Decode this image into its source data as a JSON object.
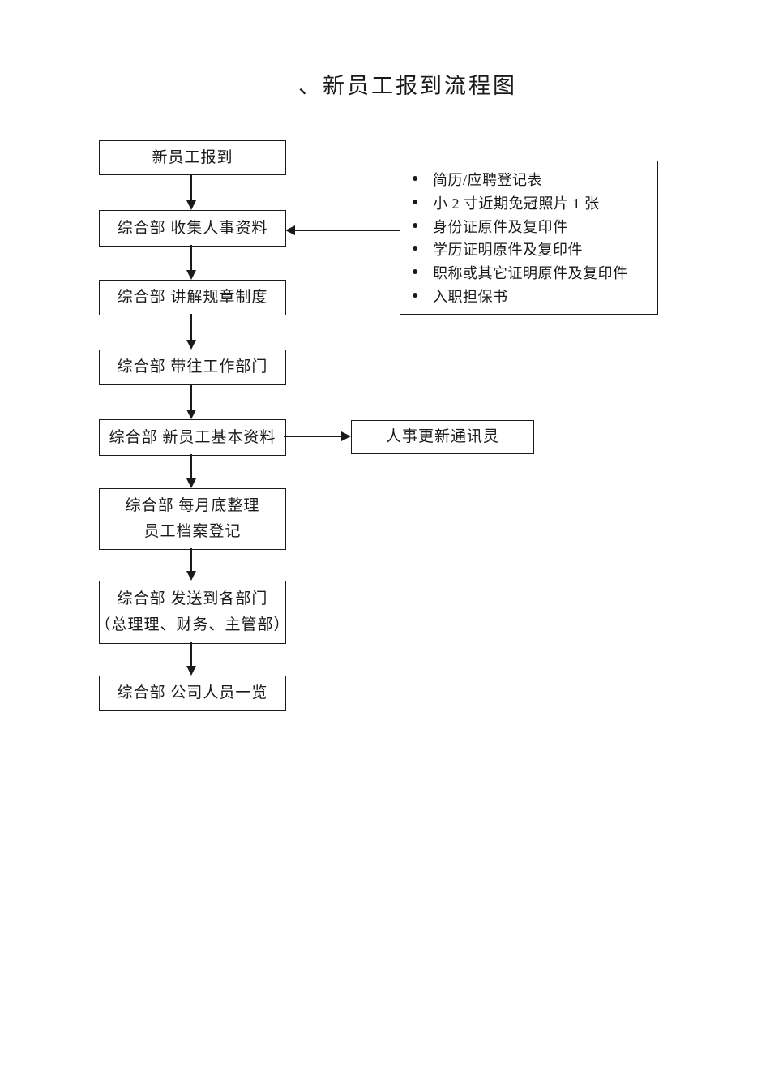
{
  "page": {
    "title": "、新员工报到流程图"
  },
  "colors": {
    "ink": "#1a1a1a",
    "background": "#ffffff"
  },
  "flow": {
    "steps": [
      {
        "lines": [
          "新员工报到"
        ]
      },
      {
        "lines": [
          "综合部 收集人事资料"
        ]
      },
      {
        "lines": [
          "综合部 讲解规章制度"
        ]
      },
      {
        "lines": [
          "综合部 带往工作部门"
        ]
      },
      {
        "lines": [
          "综合部 新员工基本资料"
        ]
      },
      {
        "lines": [
          "综合部 每月底整理",
          "员工档案登记"
        ]
      },
      {
        "lines": [
          "综合部 发送到各部门",
          "（总理理、财务、主管部）"
        ]
      },
      {
        "lines": [
          "综合部 公司人员一览"
        ]
      }
    ],
    "side_box": {
      "label": "人事更新通讯灵"
    },
    "requirements": {
      "bullet": "●",
      "items": [
        "简历/应聘登记表",
        "小 2 寸近期免冠照片 1 张",
        "身份证原件及复印件",
        "学历证明原件及复印件",
        "职称或其它证明原件及复印件",
        "入职担保书"
      ]
    }
  }
}
